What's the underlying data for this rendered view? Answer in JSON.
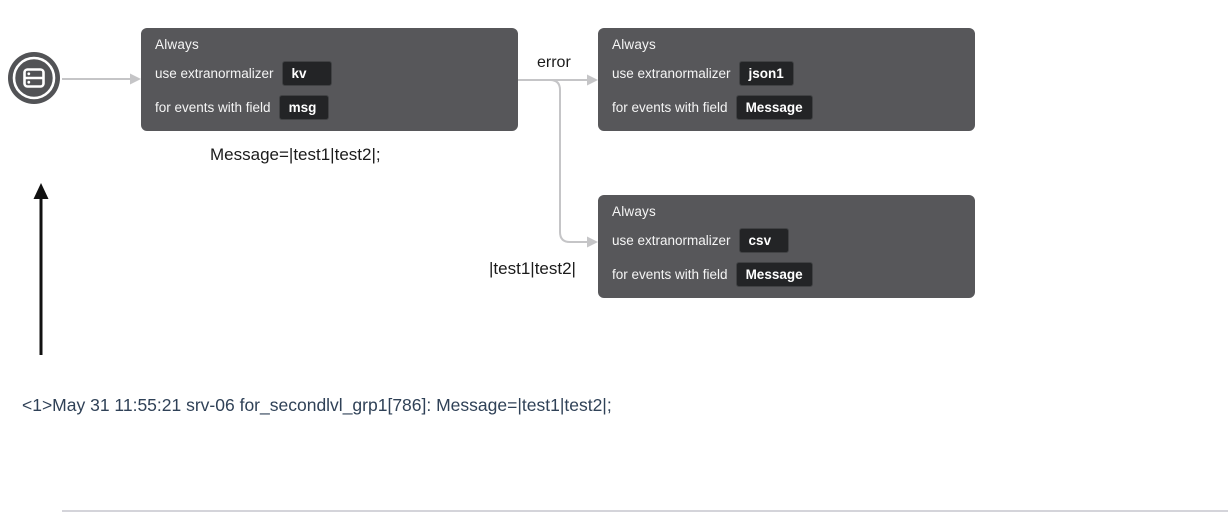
{
  "source": {
    "icon": "syslog-source-icon"
  },
  "nodes": [
    {
      "condition": "Always",
      "rule_label": "use extranormalizer",
      "rule_value": "kv",
      "field_label": "for events with field",
      "field_value": "msg"
    },
    {
      "condition": "Always",
      "rule_label": "use extranormalizer",
      "rule_value": "json1",
      "field_label": "for events with field",
      "field_value": "Message"
    },
    {
      "condition": "Always",
      "rule_label": "use extranormalizer",
      "rule_value": "csv",
      "field_label": "for events with field",
      "field_value": "Message"
    }
  ],
  "edges": {
    "error_label": "error"
  },
  "annotations": {
    "input_message": "Message=|test1|test2|;",
    "branch_value": "|test1|test2|",
    "log_line": "<1>May 31 11:55:21 srv-06 for_secondlvl_grp1[786]: Message=|test1|test2|;"
  },
  "colors": {
    "node_background": "#57575a",
    "chip_background": "#232426",
    "connector": "#c5c5c7",
    "log_text": "#2f4157",
    "arrow_black": "#111111",
    "divider": "#d4d4da"
  }
}
